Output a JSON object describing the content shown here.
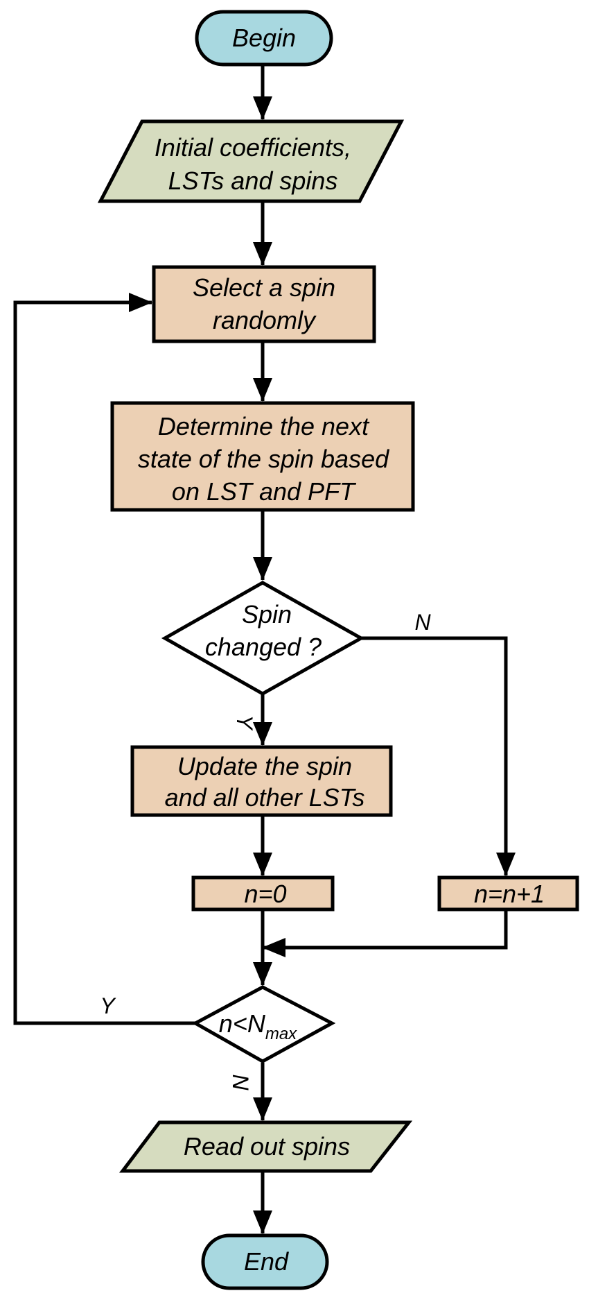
{
  "colors": {
    "terminal": "#a8d8e0",
    "io": "#d6dcbf",
    "process": "#ecd0b4",
    "decision": "#ffffff",
    "line": "#000000"
  },
  "nodes": {
    "begin": {
      "label": "Begin"
    },
    "initial": {
      "lines": [
        "Initial coefficients,",
        "LSTs and spins"
      ]
    },
    "select": {
      "lines": [
        "Select a spin",
        "randomly"
      ]
    },
    "determine": {
      "lines": [
        "Determine the next",
        "state of the spin based",
        "on LST and PFT"
      ]
    },
    "spin_changed": {
      "lines": [
        "Spin",
        "changed ?"
      ]
    },
    "update": {
      "lines": [
        "Update the spin",
        "and all other LSTs"
      ]
    },
    "reset": {
      "label": "n=0"
    },
    "increment": {
      "label": "n=n+1"
    },
    "check": {
      "base": "n<N",
      "subscript": "max"
    },
    "readout": {
      "label": "Read out spins"
    },
    "end": {
      "label": "End"
    }
  },
  "edge_labels": {
    "spin_changed_no": "N",
    "spin_changed_yes": "Y",
    "check_yes": "Y",
    "check_no": "N"
  }
}
